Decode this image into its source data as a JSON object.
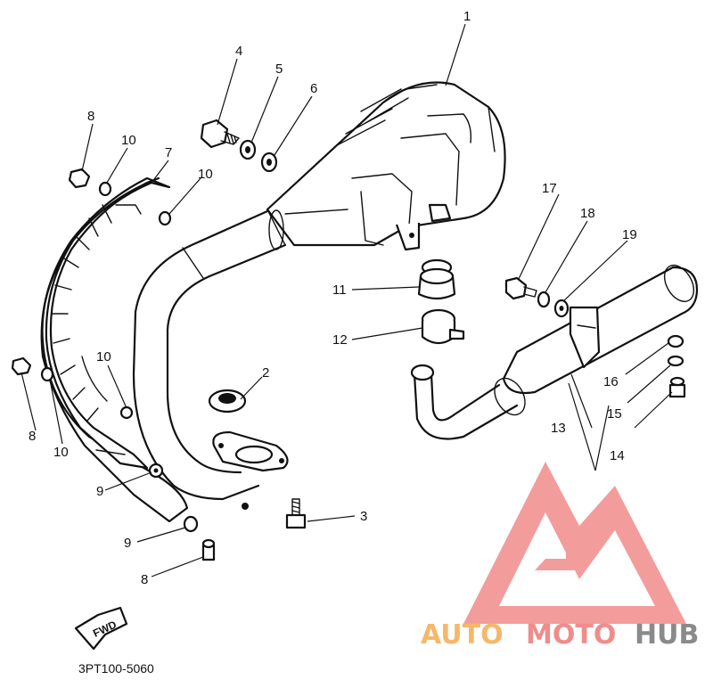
{
  "parts": [
    {
      "number": "1"
    },
    {
      "number": "2"
    },
    {
      "number": "3"
    },
    {
      "number": "4"
    },
    {
      "number": "5"
    },
    {
      "number": "6"
    },
    {
      "number": "7"
    },
    {
      "number": "8"
    },
    {
      "number": "9"
    },
    {
      "number": "10"
    },
    {
      "number": "11"
    },
    {
      "number": "12"
    },
    {
      "number": "13"
    },
    {
      "number": "14"
    },
    {
      "number": "15"
    },
    {
      "number": "16"
    },
    {
      "number": "17"
    },
    {
      "number": "18"
    },
    {
      "number": "19"
    }
  ],
  "repeat_labels": {
    "l8a": "8",
    "l8b": "8",
    "l8c": "8",
    "l9a": "9",
    "l9b": "9",
    "l10a": "10",
    "l10b": "10",
    "l10c": "10",
    "l10d": "10"
  },
  "diagram_code": "3PT100-5060",
  "fwd_arrow_text": "FWD",
  "watermark": {
    "text_auto": "AUTO",
    "text_moto": "MOTO",
    "text_hub": "HUB",
    "color_auto": "#f5b86a",
    "color_moto": "#f08c8c",
    "color_hub": "#8a8a8a",
    "logo_color": "#f28b8b"
  }
}
